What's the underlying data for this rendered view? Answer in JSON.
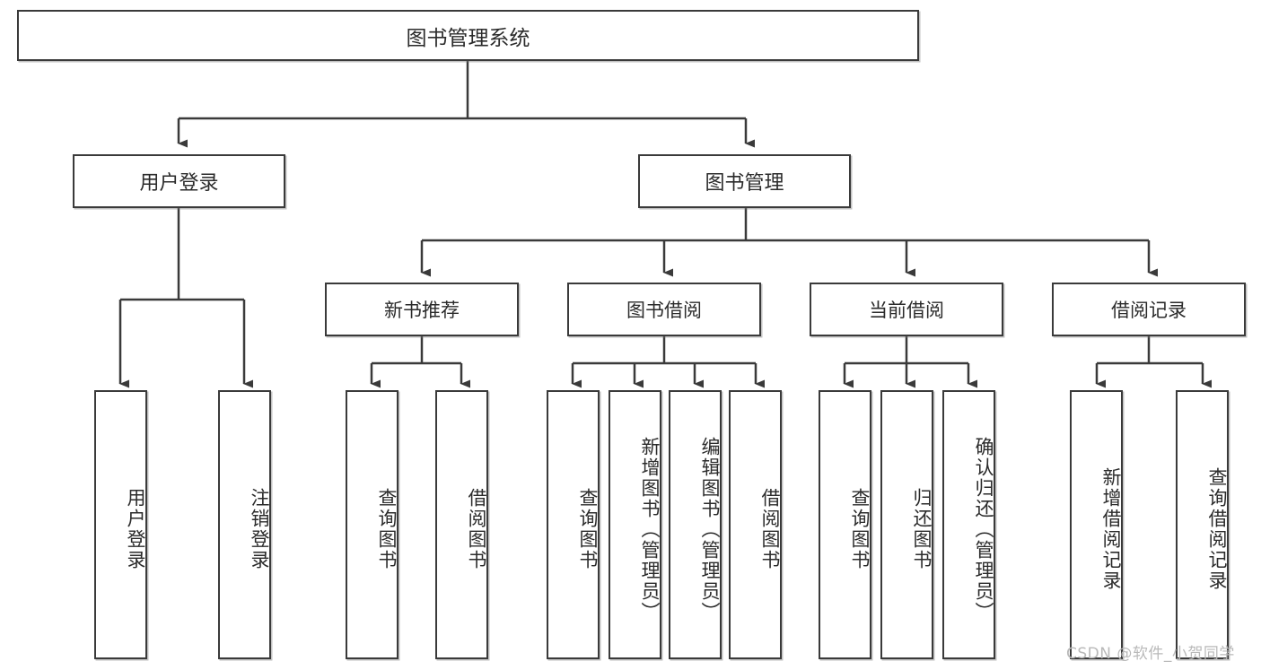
{
  "diagram": {
    "title": "图书管理系统",
    "type": "tree",
    "root": {
      "label": "图书管理系统"
    },
    "level2": [
      {
        "label": "用户登录"
      },
      {
        "label": "图书管理"
      }
    ],
    "level3": [
      {
        "label": "新书推荐"
      },
      {
        "label": "图书借阅"
      },
      {
        "label": "当前借阅"
      },
      {
        "label": "借阅记录"
      }
    ],
    "leaves": {
      "user_login": [
        {
          "label": "用户登录"
        },
        {
          "label": "注销登录"
        }
      ],
      "new_book_recommend": [
        {
          "label": "查询图书"
        },
        {
          "label": "借阅图书"
        }
      ],
      "book_borrow": [
        {
          "label": "查询图书"
        },
        {
          "label": "新增图书（管理员）"
        },
        {
          "label": "编辑图书（管理员）"
        },
        {
          "label": "借阅图书"
        }
      ],
      "current_borrow": [
        {
          "label": "查询图书"
        },
        {
          "label": "归还图书"
        },
        {
          "label": "确认归还（管理员）"
        }
      ],
      "borrow_records": [
        {
          "label": "新增借阅记录"
        },
        {
          "label": "查询借阅记录"
        }
      ]
    },
    "watermark": "CSDN @软件_小贺同学",
    "colors": {
      "stroke": "#3a3a3a",
      "fill": "#ffffff",
      "text": "#2b2b2b",
      "watermark": "#b9b9b9"
    }
  }
}
